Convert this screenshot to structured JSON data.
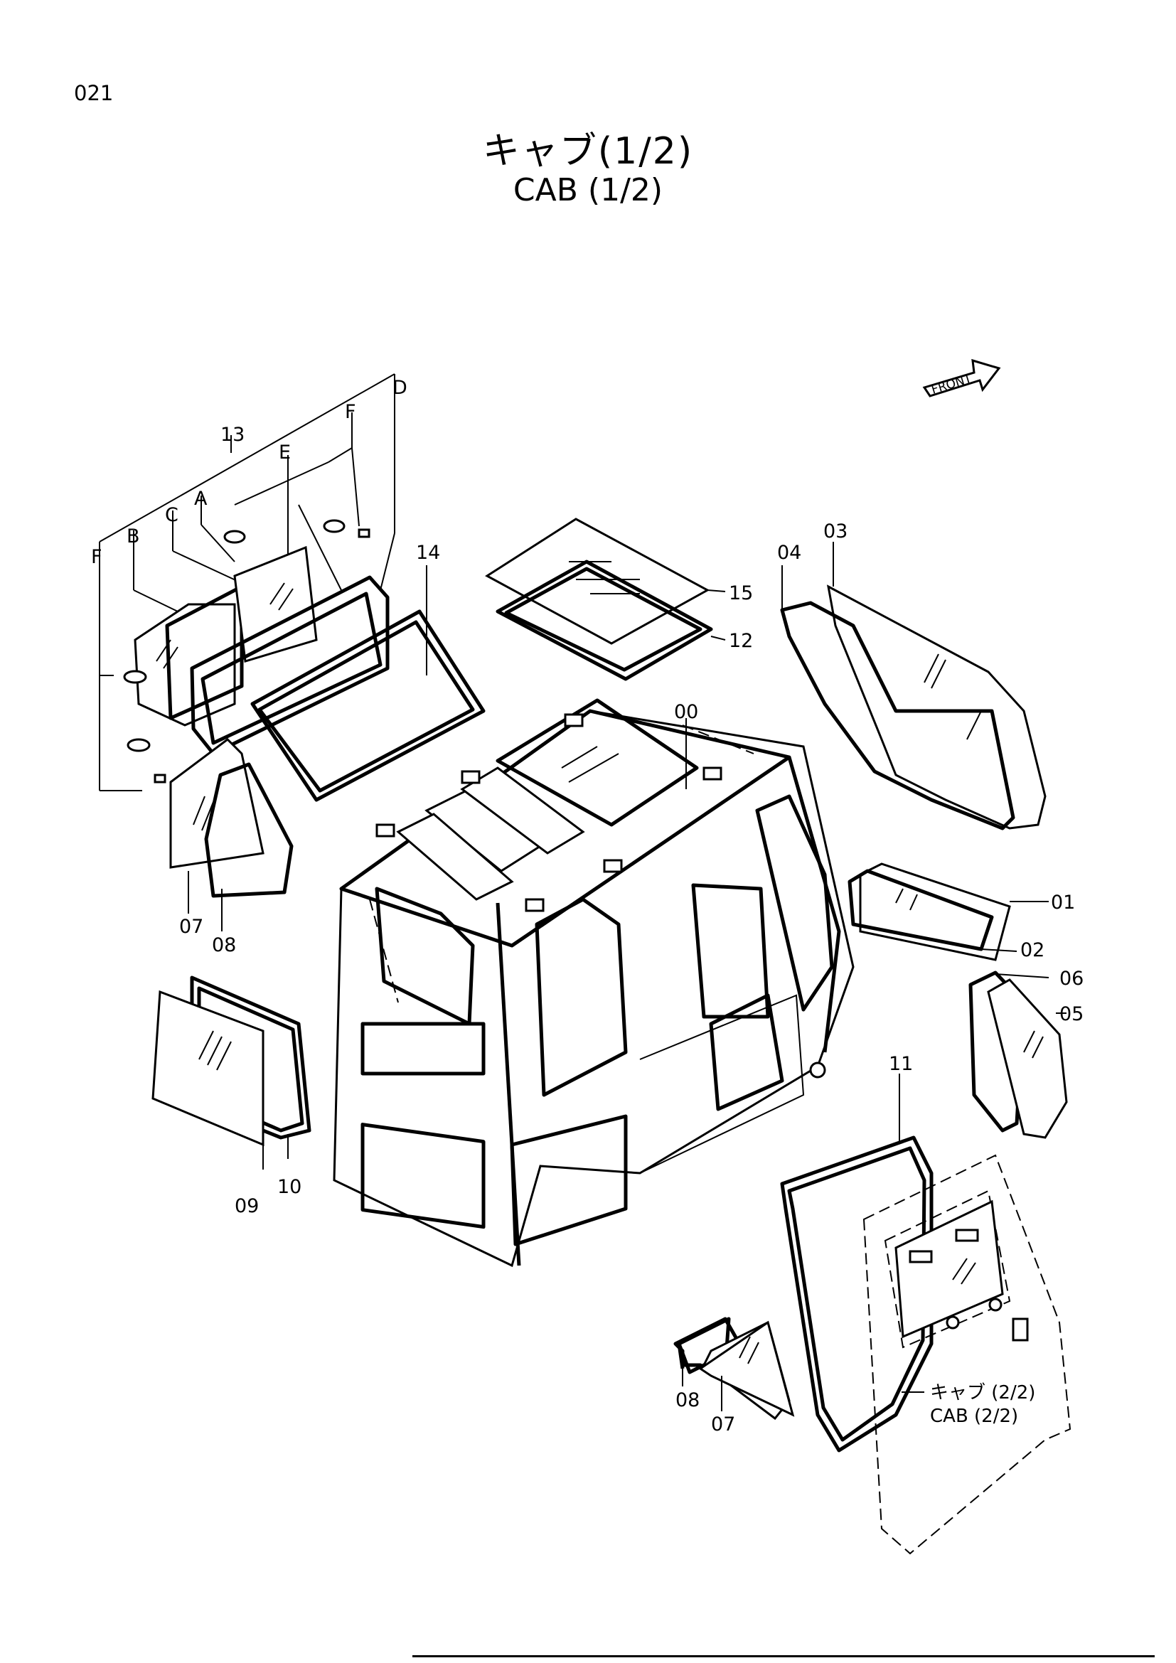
{
  "page": {
    "number": "021"
  },
  "title": {
    "japanese": "キャブ(1/2)",
    "english": "CAB (1/2)"
  },
  "front_indicator": "FRONT",
  "callouts": {
    "c00": "00",
    "c01": "01",
    "c02": "02",
    "c03": "03",
    "c04": "04",
    "c05": "05",
    "c06": "06",
    "c07a": "07",
    "c07b": "07",
    "c08a": "08",
    "c08b": "08",
    "c09": "09",
    "c10": "10",
    "c11": "11",
    "c12": "12",
    "c13": "13",
    "c14": "14",
    "c15": "15"
  },
  "letters": {
    "a": "A",
    "b": "B",
    "c": "C",
    "d": "D",
    "e": "E",
    "f1": "F",
    "f2": "F"
  },
  "reference": {
    "japanese": "キャブ (2/2)",
    "english": "CAB (2/2)"
  }
}
